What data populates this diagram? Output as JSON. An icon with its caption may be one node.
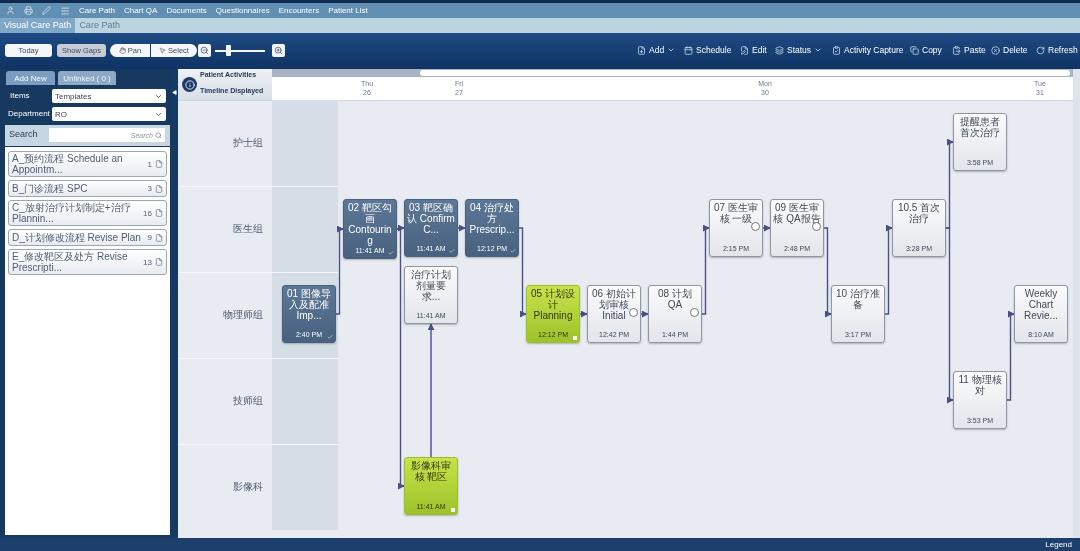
{
  "diagram": {
    "nodes": [
      {
        "text": [
          "01 图像导入及配准 Imp...",
          "2:40 PM"
        ]
      },
      {
        "text": [
          "02 靶区勾画 Contouring",
          "11:41 AM"
        ]
      },
      {
        "text": [
          "03 靶区确认 Confirm C...",
          "11:41 AM"
        ]
      },
      {
        "text": [
          "04 治疗处方 Prescrip...",
          "12:12 PM"
        ]
      },
      {
        "text": [
          "治疗计划剂量要求...",
          "11:41 AM"
        ]
      },
      {
        "text": [
          "影像科审核 靶区",
          "11:41 AM"
        ]
      },
      {
        "text": [
          "05 计划设计 Planning",
          "12:12 PM"
        ]
      },
      {
        "text": [
          "06 初始计划审核 Initial",
          "12:42 PM"
        ]
      },
      {
        "text": [
          "08 计划QA",
          "1:44 PM"
        ]
      },
      {
        "text": [
          "07 医生审核 一级",
          "2:15 PM"
        ]
      },
      {
        "text": [
          "09 医生审核 QA报告",
          "2:48 PM"
        ]
      },
      {
        "text": [
          "10 治疗准备",
          "3:17 PM"
        ]
      },
      {
        "text": [
          "10.5 首次治疗",
          "3:28 PM"
        ]
      },
      {
        "text": [
          "提醒患者首次治疗",
          "3:58 PM"
        ]
      },
      {
        "text": [
          "11 物理核对",
          "3:53 PM"
        ]
      },
      {
        "text": [
          "Weekly Chart Revie...",
          "8:10 AM"
        ]
      }
    ],
    "edges": [
      {
        "from": 0,
        "to": 1,
        "arrow": "to"
      },
      {
        "from": 1,
        "to": 2,
        "arrow": "to"
      },
      {
        "from": 2,
        "to": 3,
        "arrow": "to"
      },
      {
        "from": 1,
        "to": 5,
        "arrow": "to"
      },
      {
        "from": 5,
        "to": 4,
        "arrow": "to"
      },
      {
        "from": 3,
        "to": 6,
        "arrow": "to"
      },
      {
        "from": 6,
        "to": 7,
        "arrow": "to"
      },
      {
        "from": 7,
        "to": 8,
        "arrow": "to"
      },
      {
        "from": 8,
        "to": 9,
        "arrow": "to"
      },
      {
        "from": 9,
        "to": 10,
        "arrow": "to"
      },
      {
        "from": 10,
        "to": 11,
        "arrow": "to"
      },
      {
        "from": 11,
        "to": 12,
        "arrow": "to"
      },
      {
        "from": 12,
        "to": 13,
        "arrow": "to"
      },
      {
        "from": 12,
        "to": 14,
        "arrow": "to"
      },
      {
        "from": 14,
        "to": 15,
        "arrow": "to"
      }
    ],
    "labels": [
      "Care Path",
      "Chart QA",
      "Documents",
      "Questionnaires",
      "Encounters",
      "Patient List",
      "Visual Care Path",
      "Care Path",
      "Today",
      "Show Gaps",
      "Pan",
      "Select",
      "Add",
      "Schedule",
      "Edit",
      "Status",
      "Activity Capture",
      "Copy",
      "Paste",
      "Delete",
      "Refresh",
      "Add New",
      "Unlinked ( 0 )",
      "Items",
      "Templates",
      "Department",
      "RO",
      "Search",
      "Search",
      "A_预约流程 Schedule an Appointm...",
      "1",
      "B_门诊流程 SPC",
      "3",
      "C_放射治疗计划制定+治疗 Plannin...",
      "16",
      "D_计划修改流程 Revise Plan",
      "9",
      "E_修改靶区及处方 Revise Prescripti...",
      "13",
      "Patient Activities",
      "Timeline Displayed",
      "Thu",
      "26",
      "Fri",
      "27",
      "Mon",
      "30",
      "Tue",
      "31",
      "护士组",
      "医生组",
      "物理师组",
      "技师组",
      "影像科",
      "Legend"
    ]
  }
}
